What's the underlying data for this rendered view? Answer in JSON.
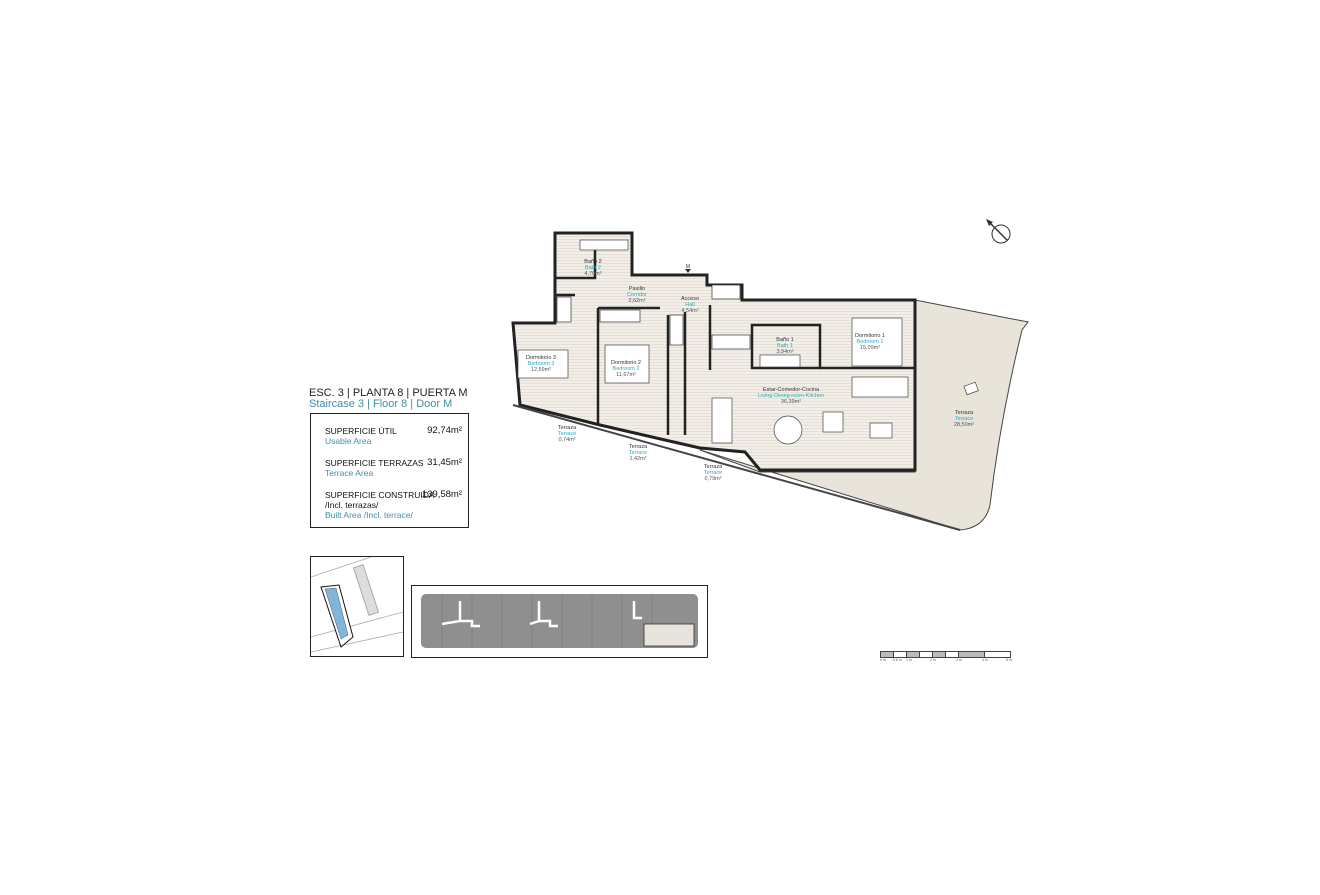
{
  "header": {
    "title": "ESC. 3 | PLANTA 8 | PUERTA M",
    "subtitle": "Staircase 3 | Floor 8 | Door M"
  },
  "areas": [
    {
      "label_es": "SUPERFICIE ÚTIL",
      "label_en": "Usable Area",
      "value": "92,74m²"
    },
    {
      "label_es": "SUPERFICIE TERRAZAS",
      "label_en": "Terrace Area",
      "value": "31,45m²"
    },
    {
      "label_es": "SUPERFICIE CONSTRUIDA",
      "label_es2": "/Incl. terrazas/",
      "label_en": "Built Area /Incl. terrace/",
      "value": "139,58m²"
    }
  ],
  "rooms": [
    {
      "es": "Baño 2",
      "en": "Bath 2",
      "area": "4,70m²"
    },
    {
      "es": "Pasillo",
      "en": "Corridor",
      "area": "2,62m²"
    },
    {
      "es": "Acceso",
      "en": "Hall",
      "area": "4,54m²"
    },
    {
      "es": "Dormitorio 3",
      "en": "Bedroom 3",
      "area": "12,59m²"
    },
    {
      "es": "Dormitorio 2",
      "en": "Bedroom 2",
      "area": "11,67m²"
    },
    {
      "es": "Baño 1",
      "en": "Bath 1",
      "area": "3,94m²"
    },
    {
      "es": "Dormitorio 1",
      "en": "Bedroom 1",
      "area": "15,09m²"
    },
    {
      "es": "Estar-Comedor-Cocina",
      "en": "Living-Dining room-Kitchen",
      "area": "36,39m²"
    },
    {
      "es": "Terraza",
      "en": "Terrace",
      "area": "28,50m²"
    },
    {
      "es": "Terraza",
      "en": "Terrace",
      "area": "0,74m²"
    },
    {
      "es": "Terraza",
      "en": "Terrace",
      "area": "1,42m²"
    },
    {
      "es": "Terraza",
      "en": "Terrace",
      "area": "0,79m²"
    }
  ],
  "entrance_marker": "M",
  "compass_icon": "north-arrow-icon",
  "scale_labels": [
    "0 m",
    "0.5 m",
    "1 m",
    "2 m",
    "3 m",
    "4 m",
    "5 m"
  ],
  "colors": {
    "accent": "#2aa9c0",
    "floor": "#efebe4",
    "wall": "#222222",
    "pool": "#7fb6d9"
  }
}
